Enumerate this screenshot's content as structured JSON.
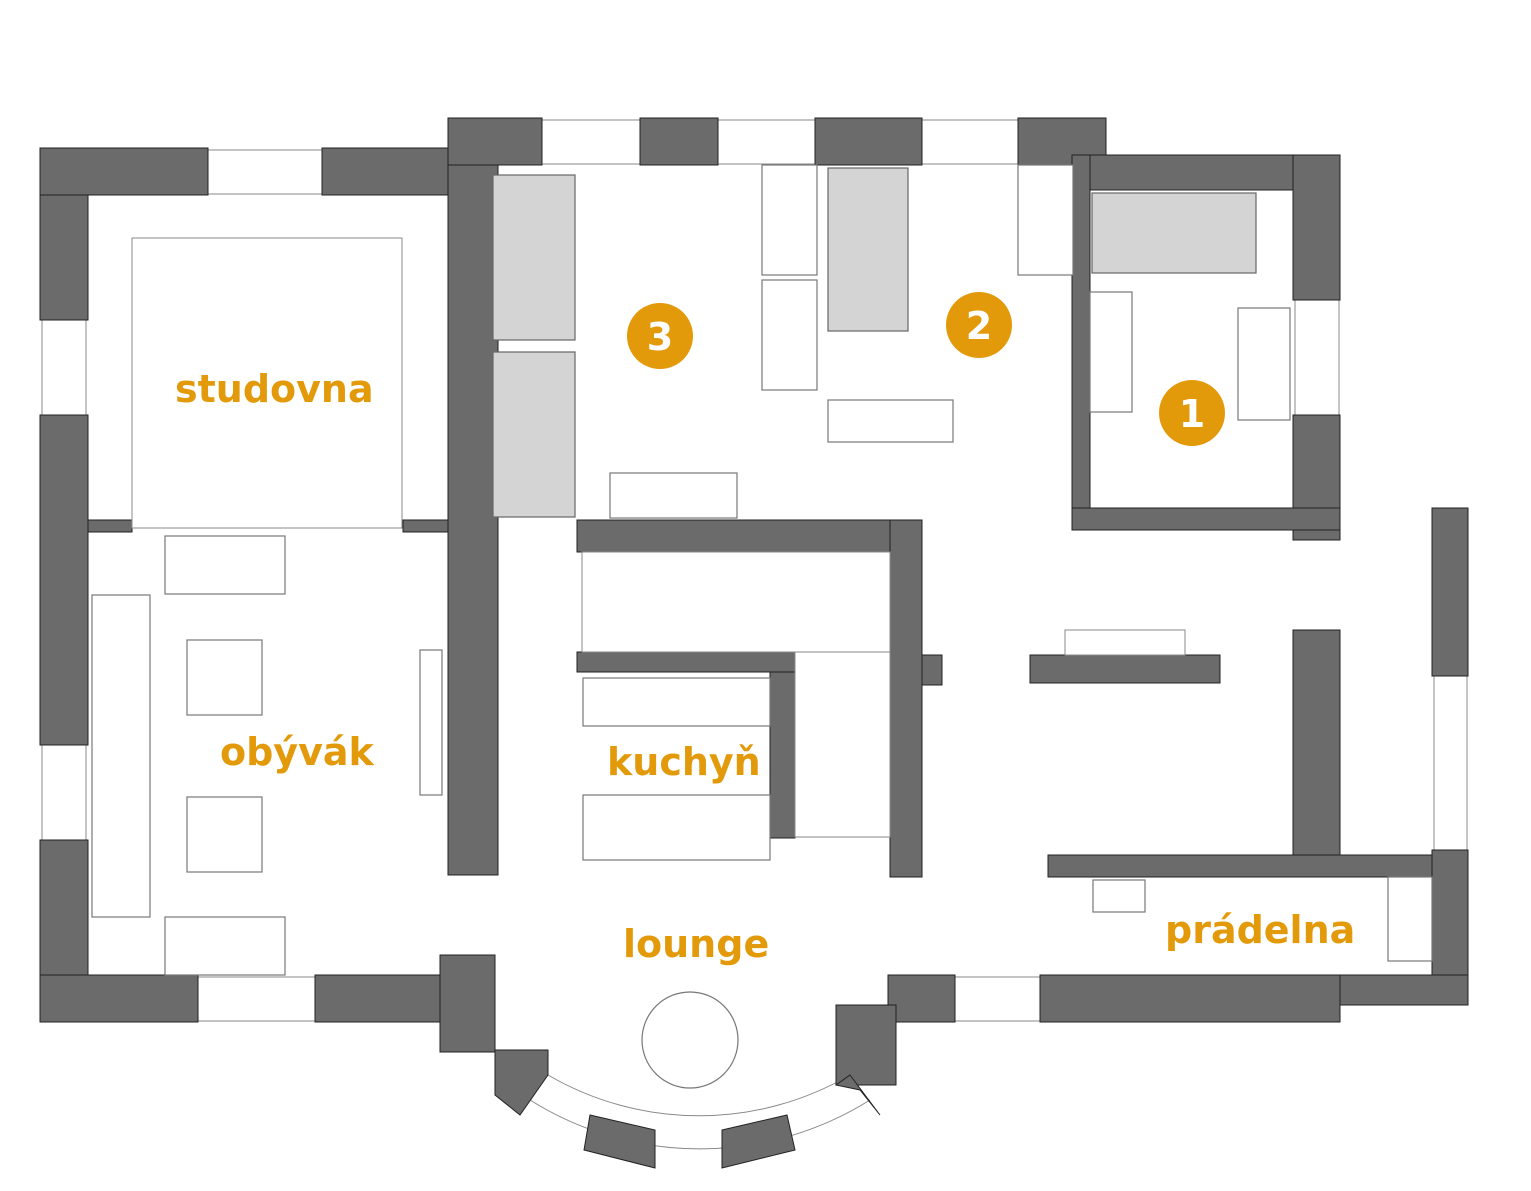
{
  "colors": {
    "accent": "#E39A0A",
    "wall": "#6b6b6b"
  },
  "rooms": {
    "studovna": "studovna",
    "obyvak": "obývák",
    "kuchyn": "kuchyň",
    "lounge": "lounge",
    "pradelna": "prádelna"
  },
  "bedrooms": [
    {
      "number": "1"
    },
    {
      "number": "2"
    },
    {
      "number": "3"
    }
  ]
}
